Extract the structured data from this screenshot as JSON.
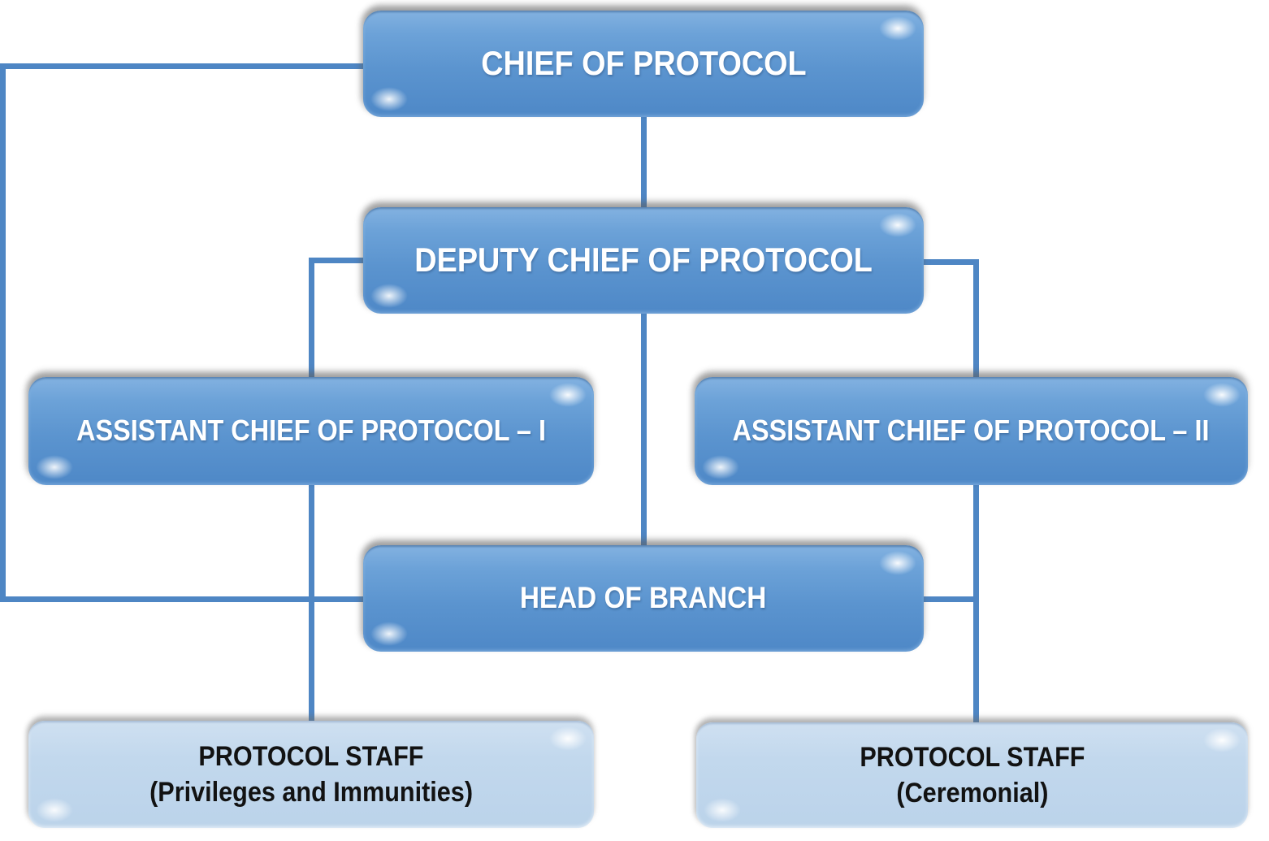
{
  "diagram_type": "org-chart",
  "colors": {
    "connector": "#4e86c4",
    "node-fill-top": "#83b2e1",
    "node-fill-bottom": "#4e88c7",
    "node-text": "#ffffff",
    "node-light-fill": "#c2d8ed",
    "node-light-text": "#121212"
  },
  "nodes": [
    {
      "id": "chief",
      "label": "CHIEF OF PROTOCOL",
      "variant": "primary"
    },
    {
      "id": "deputy",
      "label": "DEPUTY CHIEF OF PROTOCOL",
      "variant": "primary"
    },
    {
      "id": "assistant-1",
      "label": "ASSISTANT CHIEF OF PROTOCOL – I",
      "variant": "primary"
    },
    {
      "id": "assistant-2",
      "label": "ASSISTANT CHIEF OF PROTOCOL – II",
      "variant": "primary"
    },
    {
      "id": "head-of-branch",
      "label": "HEAD OF BRANCH",
      "variant": "primary"
    },
    {
      "id": "staff-privileges",
      "label": "PROTOCOL STAFF",
      "sublabel": "(Privileges and Immunities)",
      "variant": "light"
    },
    {
      "id": "staff-ceremonial",
      "label": "PROTOCOL STAFF",
      "sublabel": "(Ceremonial)",
      "variant": "light"
    }
  ],
  "edges": [
    {
      "from": "chief",
      "to": "deputy"
    },
    {
      "from": "chief",
      "to": "head-of-branch",
      "route": "left-side-loop"
    },
    {
      "from": "deputy",
      "to": "assistant-1"
    },
    {
      "from": "deputy",
      "to": "assistant-2"
    },
    {
      "from": "deputy",
      "to": "head-of-branch"
    },
    {
      "from": "assistant-1",
      "to": "staff-privileges"
    },
    {
      "from": "assistant-2",
      "to": "staff-ceremonial"
    },
    {
      "from": "head-of-branch",
      "to": "staff-ceremonial",
      "route": "joins-assistant-2-line"
    }
  ]
}
